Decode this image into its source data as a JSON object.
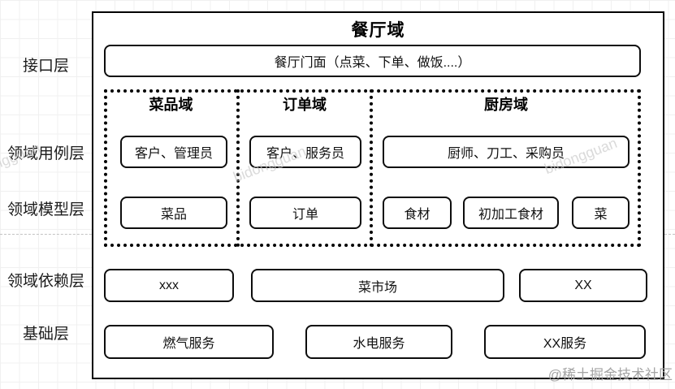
{
  "diagram": {
    "title": "餐厅域",
    "layers": [
      {
        "label": "接口层"
      },
      {
        "label": "领域用例层"
      },
      {
        "label": "领域模型层"
      },
      {
        "label": "领域依赖层"
      },
      {
        "label": "基础层"
      }
    ],
    "facade": "餐厅门面（点菜、下单、做饭....）",
    "subdomains": [
      {
        "title": "菜品域",
        "usecase": "客户、管理员",
        "models": [
          "菜品"
        ]
      },
      {
        "title": "订单域",
        "usecase": "客户、服务员",
        "models": [
          "订单"
        ]
      },
      {
        "title": "厨房域",
        "usecase": "厨师、刀工、采购员",
        "models": [
          "食材",
          "初加工食材",
          "菜"
        ]
      }
    ],
    "dependencies": [
      "xxx",
      "菜市场",
      "XX"
    ],
    "infrastructure": [
      "燃气服务",
      "水电服务",
      "XX服务"
    ]
  },
  "watermarks": {
    "diagonal": "bidongguan",
    "community": "@稀土掘金技术社区"
  },
  "colors": {
    "border": "#000000",
    "background": "#ffffff",
    "grid_line": "#f0f0f0",
    "watermark_gray": "#a4a4a4"
  }
}
